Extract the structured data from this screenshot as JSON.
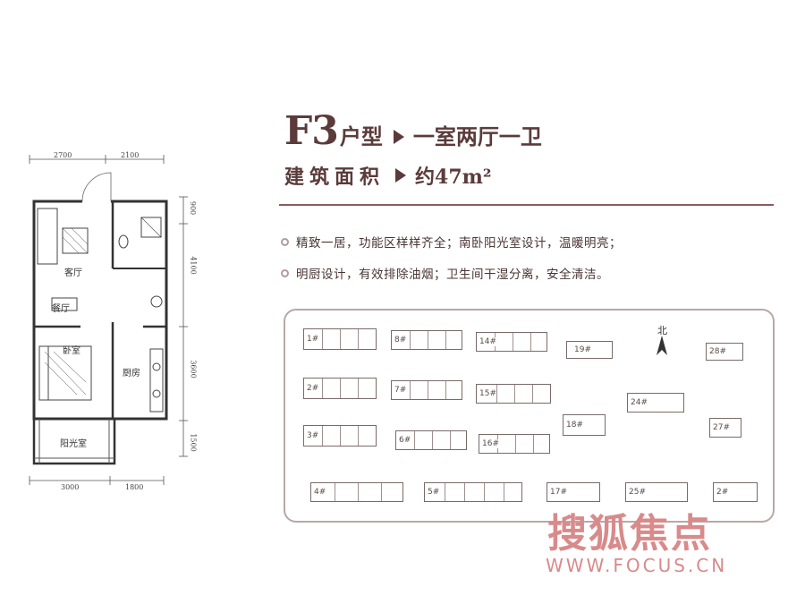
{
  "title": {
    "code": "F3",
    "type_label": "户型",
    "layout": "一室两厅一卫"
  },
  "area": {
    "label": "建筑面积",
    "value": "约47m²"
  },
  "features": [
    "精致一居，功能区样样齐全；南卧阳光室设计，温暖明亮；",
    "明厨设计，有效排除油烟；卫生间干湿分离，安全清洁。"
  ],
  "floorplan": {
    "dims_top": [
      "2700",
      "2100"
    ],
    "dims_bottom": [
      "3000",
      "1800"
    ],
    "dims_right": [
      "900",
      "4100",
      "3600",
      "1500"
    ],
    "rooms": {
      "living": "客厅",
      "dining": "餐厅",
      "bedroom": "卧室",
      "kitchen": "厨房",
      "sunroom": "阳光室"
    }
  },
  "site_plan": {
    "north": "北",
    "buildings": [
      "1#",
      "8#",
      "14#",
      "19#",
      "28#",
      "2#",
      "7#",
      "15#",
      "24#",
      "3#",
      "6#",
      "16#",
      "18#",
      "27#",
      "4#",
      "5#",
      "17#",
      "25#",
      "2#"
    ]
  },
  "watermark": {
    "brand": "搜狐焦点",
    "url": "WWW.FOCUS.CN"
  },
  "colors": {
    "title": "#5b3b3a",
    "watermark": "#d98a8a",
    "rule": "#8a5c5c"
  }
}
